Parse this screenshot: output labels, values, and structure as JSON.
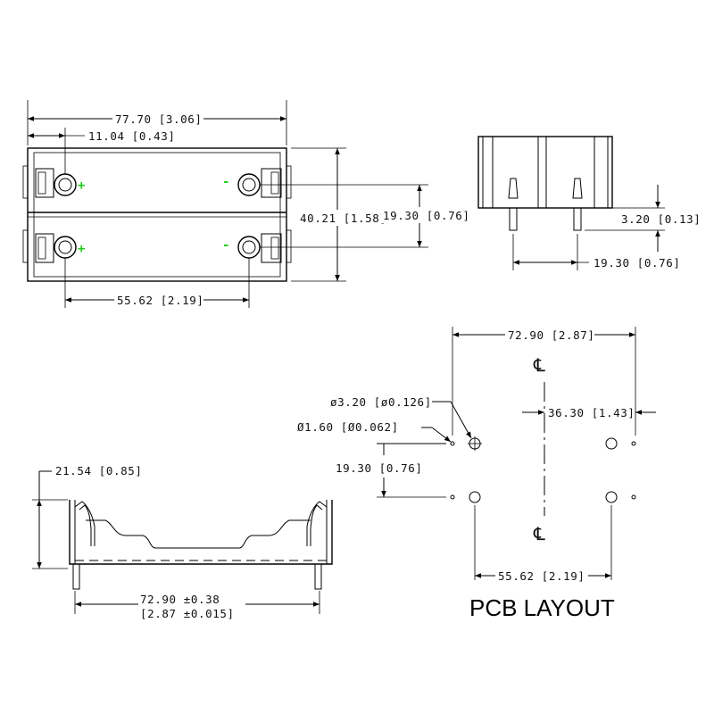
{
  "top_view": {
    "overall_width": "77.70 [3.06]",
    "offset_left": "11.04 [0.43]",
    "overall_height": "40.21 [1.58]",
    "row_pitch": "19.30 [0.76]",
    "terminal_span": "55.62 [2.19]",
    "plus_sign": "+",
    "minus_sign": "-",
    "polarity_plus_color": "#22cc22",
    "polarity_minus_color": "#22cc22"
  },
  "side_view": {
    "pin_length": "3.20 [0.13]",
    "pin_pitch": "19.30 [0.76]"
  },
  "front_view": {
    "height": "21.54 [0.85]",
    "width_line1": "72.90 ±0.38",
    "width_line2": "[2.87 ±0.015]"
  },
  "pcb_layout": {
    "title": "PCB LAYOUT",
    "centerline_symbol": "℄",
    "width": "72.90 [2.87]",
    "large_hole": "ø3.20 [ø0.126]",
    "small_hole": "Ø1.60 [Ø0.062]",
    "row_pitch": "19.30 [0.76]",
    "center_offset": "36.30 [1.43]",
    "terminal_span": "55.62 [2.19]"
  }
}
